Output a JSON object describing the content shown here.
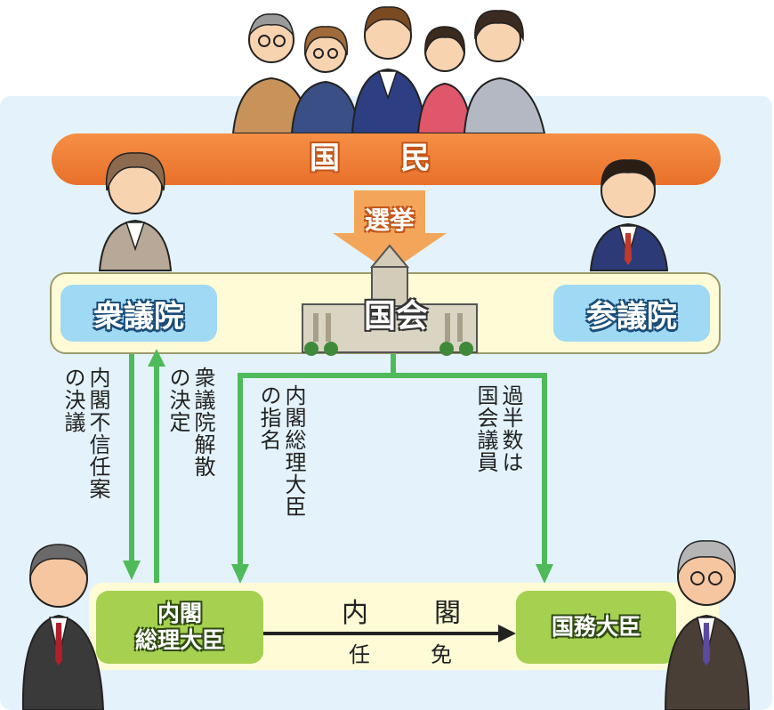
{
  "people_label": "国　　民",
  "election_label": "選挙",
  "diet": {
    "name": "国会",
    "lower_house": "衆議院",
    "upper_house": "参議院"
  },
  "flows": {
    "no_confidence": "内閣不信任案\nの決議",
    "dissolution": "衆議院解散\nの決定",
    "pm_nomination": "内閣総理大臣\nの指名",
    "majority_members": "過半数は\n国会議員"
  },
  "cabinet": {
    "label": "内　閣",
    "appoint_dismiss": "任　免",
    "prime_minister": "内閣\n総理大臣",
    "ministers": "国務大臣"
  },
  "colors": {
    "people_bar": "#f07f36",
    "diet_box": "#9fd9f4",
    "cabinet_box": "#a6d04f",
    "flow_arrow": "#4fba5a",
    "background": "#e4f3fb"
  },
  "icons": [
    "citizens-group-illustration",
    "female-representative-illustration",
    "male-representative-illustration",
    "diet-building-illustration",
    "prime-minister-illustration",
    "minister-illustration"
  ]
}
